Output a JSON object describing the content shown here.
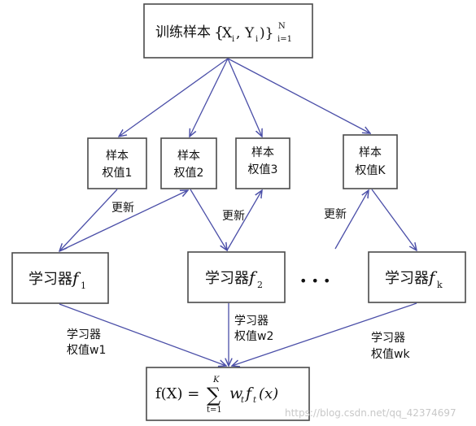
{
  "top": {
    "prefix": "训练样本",
    "brace_open": "{",
    "var_x": "X",
    "sub_i1": "i",
    "comma": ",",
    "var_y": "Y",
    "sub_i2": "i",
    "close": ")}",
    "superscript": "N",
    "subscript": "i=1"
  },
  "weights": [
    {
      "line1": "样本",
      "line2": "权值1"
    },
    {
      "line1": "样本",
      "line2": "权值2"
    },
    {
      "line1": "样本",
      "line2": "权值3"
    },
    {
      "line1": "样本",
      "line2": "权值K"
    }
  ],
  "update_label": "更新",
  "learners": [
    {
      "prefix": "学习器",
      "f": "f",
      "sub": "1"
    },
    {
      "prefix": "学习器",
      "f": "f",
      "sub": "2"
    },
    {
      "prefix": "学习器",
      "f": "f",
      "sub": "k"
    }
  ],
  "ellipsis": "• • •",
  "learner_weights": [
    {
      "line1": "学习器",
      "line2": "权值w1"
    },
    {
      "line1": "学习器",
      "line2": "权值w2"
    },
    {
      "line1": "学习器",
      "line2": "权值wk"
    }
  ],
  "formula": {
    "lhs": "f(X) =",
    "sigma": "∑",
    "upper": "K",
    "lower": "t=1",
    "w": "w",
    "w_sub": "t",
    "f": "f",
    "f_sub": "t",
    "arg": "(x)"
  },
  "watermark": "https://blog.csdn.net/qq_42374697",
  "colors": {
    "arrow": "#4b4fa8",
    "box_border": "#4a4a4a"
  }
}
